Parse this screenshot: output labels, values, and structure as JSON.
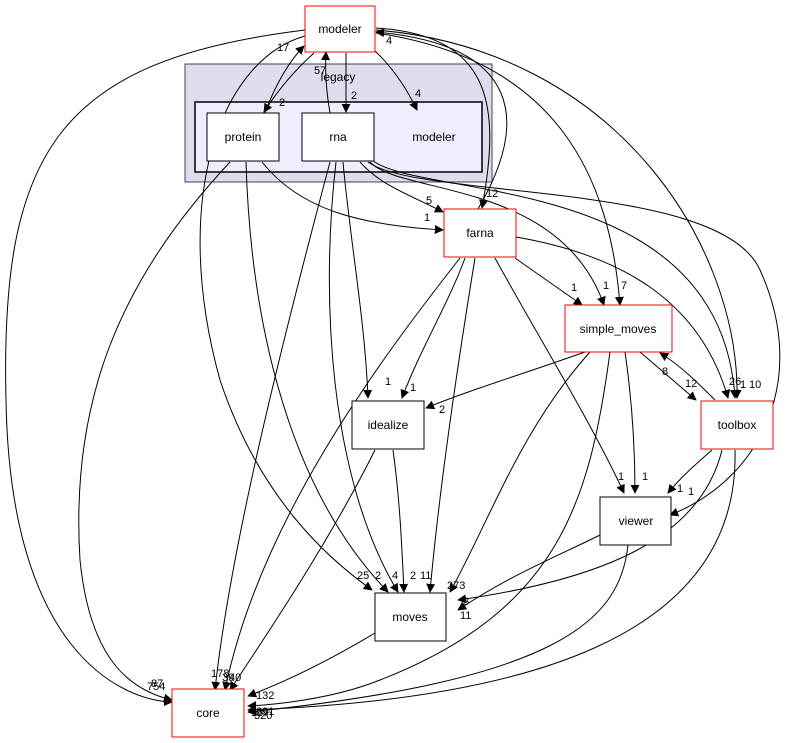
{
  "graph": {
    "colors": {
      "node_border_default": "#000000",
      "node_border_highlight": "#ff0000",
      "cluster_outer_fill": "#ddddee",
      "cluster_inner_fill": "#eeeeff",
      "edge": "#000000"
    },
    "clusters": [
      {
        "id": "legacy",
        "label": "legacy"
      },
      {
        "id": "legacy_modeler",
        "label": "modeler"
      }
    ],
    "nodes": [
      {
        "id": "modeler",
        "label": "modeler",
        "highlight": true
      },
      {
        "id": "protein",
        "label": "protein",
        "highlight": false
      },
      {
        "id": "rna",
        "label": "rna",
        "highlight": false
      },
      {
        "id": "farna",
        "label": "farna",
        "highlight": true
      },
      {
        "id": "simple_moves",
        "label": "simple_moves",
        "highlight": true
      },
      {
        "id": "toolbox",
        "label": "toolbox",
        "highlight": true
      },
      {
        "id": "idealize",
        "label": "idealize",
        "highlight": false
      },
      {
        "id": "viewer",
        "label": "viewer",
        "highlight": false
      },
      {
        "id": "moves",
        "label": "moves",
        "highlight": false
      },
      {
        "id": "core",
        "label": "core",
        "highlight": true
      }
    ],
    "edges": [
      {
        "from": "protein",
        "to": "modeler",
        "label": "17"
      },
      {
        "from": "rna",
        "to": "modeler",
        "label": "57"
      },
      {
        "from": "farna",
        "to": "modeler",
        "label": "4"
      },
      {
        "from": "modeler",
        "to": "protein",
        "label": "2"
      },
      {
        "from": "modeler",
        "to": "rna",
        "label": "2"
      },
      {
        "from": "modeler",
        "to": "legacy_modeler",
        "label": "4"
      },
      {
        "from": "modeler",
        "to": "farna",
        "label": "12"
      },
      {
        "from": "modeler",
        "to": "simple_moves",
        "label": "7"
      },
      {
        "from": "modeler",
        "to": "toolbox",
        "label": "10"
      },
      {
        "from": "modeler",
        "to": "core",
        "label": "754"
      },
      {
        "from": "modeler",
        "to": "moves",
        "label": "25"
      },
      {
        "from": "rna",
        "to": "farna",
        "label": "5"
      },
      {
        "from": "protein",
        "to": "farna",
        "label": "1"
      },
      {
        "from": "rna",
        "to": "simple_moves",
        "label": "1"
      },
      {
        "from": "rna",
        "to": "toolbox",
        "label": "26"
      },
      {
        "from": "rna",
        "to": "viewer",
        "label": "1"
      },
      {
        "from": "rna",
        "to": "idealize",
        "label": "1"
      },
      {
        "from": "rna",
        "to": "moves",
        "label": "4"
      },
      {
        "from": "rna",
        "to": "core",
        "label": "178"
      },
      {
        "from": "protein",
        "to": "moves",
        "label": "2"
      },
      {
        "from": "protein",
        "to": "core",
        "label": "87"
      },
      {
        "from": "farna",
        "to": "simple_moves",
        "label": "1"
      },
      {
        "from": "farna",
        "to": "toolbox",
        "label": "1"
      },
      {
        "from": "farna",
        "to": "idealize",
        "label": "1"
      },
      {
        "from": "farna",
        "to": "viewer",
        "label": "1"
      },
      {
        "from": "farna",
        "to": "moves",
        "label": "2"
      },
      {
        "from": "farna",
        "to": "core",
        "label": "39"
      },
      {
        "from": "simple_moves",
        "to": "toolbox",
        "label": "12"
      },
      {
        "from": "toolbox",
        "to": "simple_moves",
        "label": "8"
      },
      {
        "from": "simple_moves",
        "to": "idealize",
        "label": "2"
      },
      {
        "from": "simple_moves",
        "to": "viewer",
        "label": "1"
      },
      {
        "from": "simple_moves",
        "to": "moves",
        "label": "273"
      },
      {
        "from": "simple_moves",
        "to": "core",
        "label": "891"
      },
      {
        "from": "toolbox",
        "to": "viewer",
        "label": "1"
      },
      {
        "from": "toolbox",
        "to": "moves",
        "label": "3"
      },
      {
        "from": "toolbox",
        "to": "core",
        "label": "320"
      },
      {
        "from": "idealize",
        "to": "moves",
        "label": "11"
      },
      {
        "from": "idealize",
        "to": "core",
        "label": "40"
      },
      {
        "from": "viewer",
        "to": "moves",
        "label": "11"
      },
      {
        "from": "viewer",
        "to": "core",
        "label": "137"
      },
      {
        "from": "moves",
        "to": "core",
        "label": "132"
      }
    ]
  }
}
